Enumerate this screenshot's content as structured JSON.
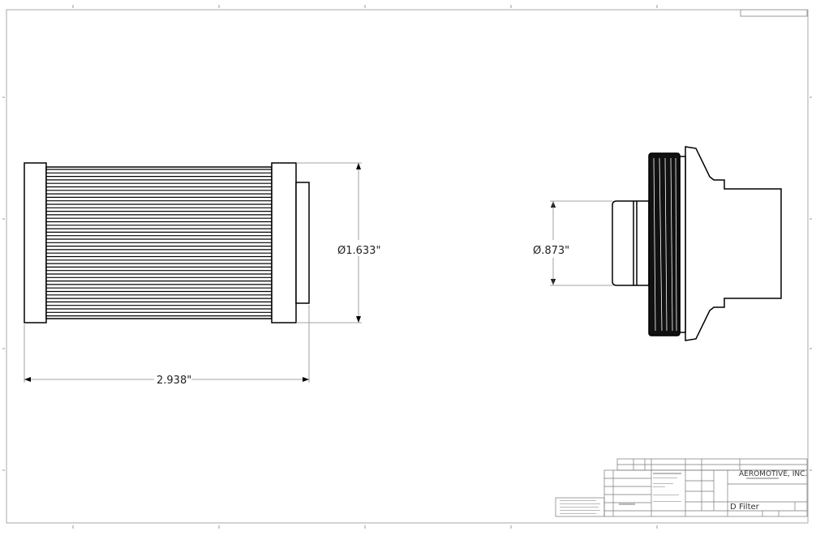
{
  "drawing": {
    "dimensions": {
      "filter_length": "2.938\"",
      "filter_diameter": "Ø1.633\"",
      "outlet_diameter": "Ø.873\""
    },
    "title_block": {
      "company": "AEROMOTIVE, INC.",
      "size": "D",
      "title": "Filter"
    },
    "colors": {
      "line": "#000000",
      "dim_line": "#888888"
    }
  }
}
